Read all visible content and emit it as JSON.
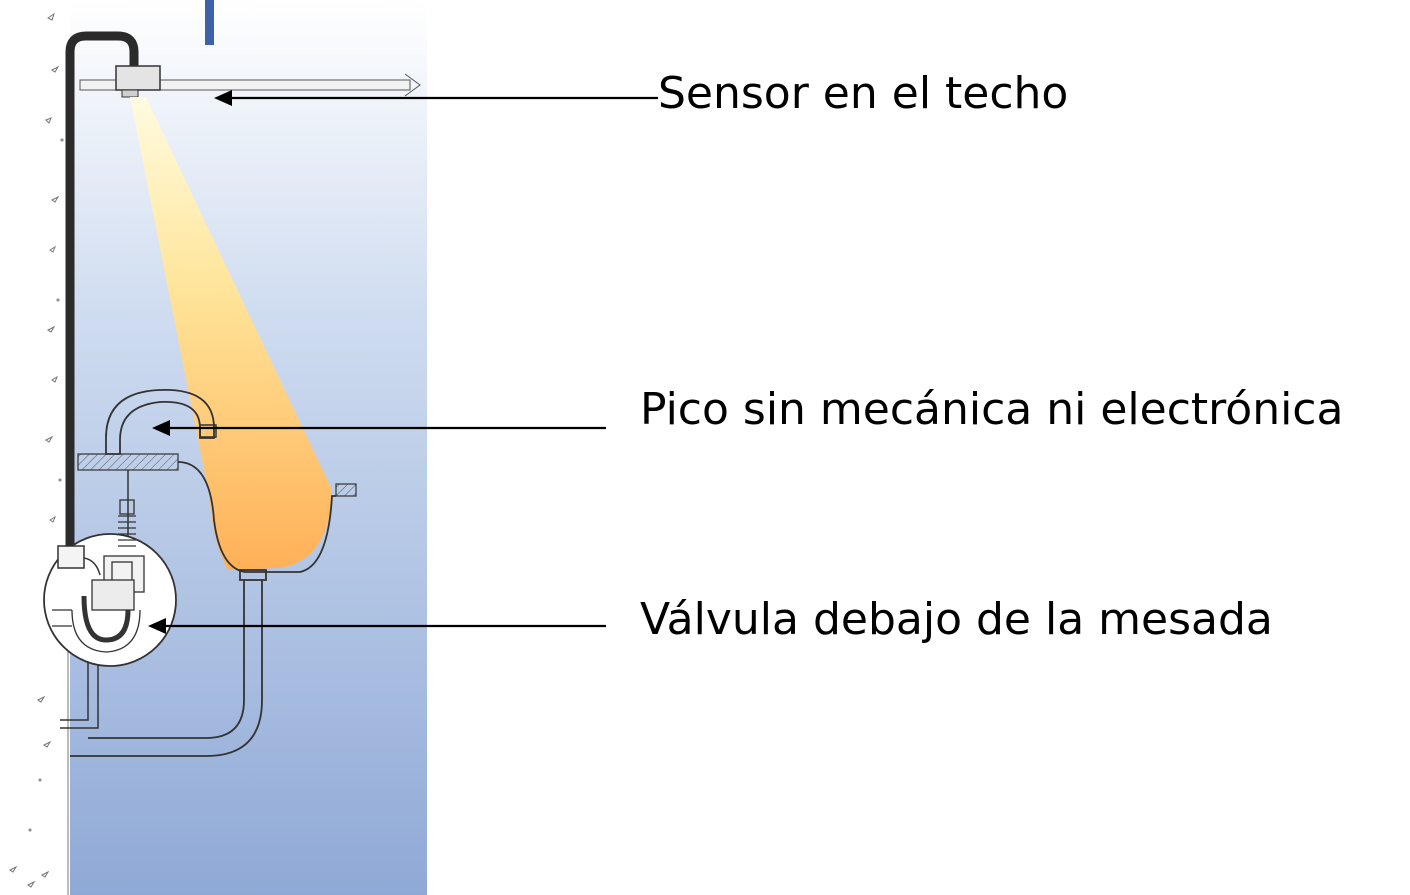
{
  "labels": {
    "sensor": "Sensor en el techo",
    "spout": "Pico sin mecánica ni electrónica",
    "valve": "Válvula debajo de la mesada"
  },
  "colors": {
    "background_top": "#ffffff",
    "background_bottom": "#8fa9d6",
    "beam_top": "#fff4b8",
    "beam_bottom": "#ffb55a",
    "pipe": "#2b2b2b",
    "line": "#000000",
    "title_bar": "#3d62a8"
  }
}
